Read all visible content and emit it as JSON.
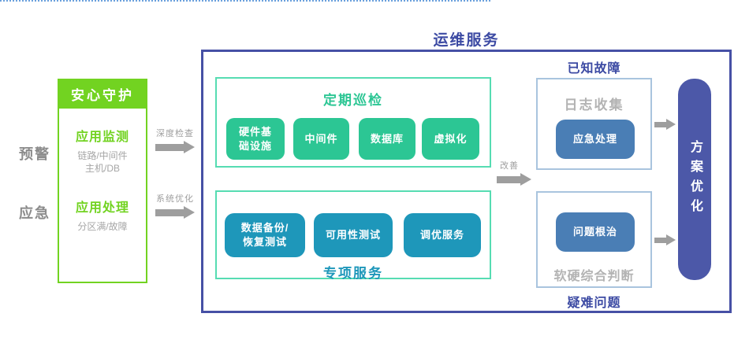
{
  "left_panel": {
    "header": "安心守护",
    "monitor_title": "应用监测",
    "monitor_sub1": "链路/中间件",
    "monitor_sub2": "主机/DB",
    "handle_title": "应用处理",
    "handle_sub": "分区满/故障"
  },
  "side_labels": {
    "warning": "预警",
    "emergency": "应急"
  },
  "flow_labels": {
    "deep_check": "深度检查",
    "system_opt": "系统优化",
    "improve": "改善"
  },
  "main_box": {
    "title": "运维服务",
    "inspection": {
      "title": "定期巡检",
      "items": [
        {
          "line1": "硬件基",
          "line2": "础设施"
        },
        {
          "line1": "中间件",
          "line2": ""
        },
        {
          "line1": "数据库",
          "line2": ""
        },
        {
          "line1": "虚拟化",
          "line2": ""
        }
      ]
    },
    "special": {
      "title": "专项服务",
      "items": [
        {
          "line1": "数据备份/",
          "line2": "恢复测试"
        },
        {
          "line1": "可用性测试",
          "line2": ""
        },
        {
          "line1": "调优服务",
          "line2": ""
        }
      ]
    }
  },
  "known_faults": {
    "title": "已知故障",
    "label": "日志收集",
    "button": "应急处理"
  },
  "difficult_issues": {
    "title": "疑难问题",
    "button": "问题根治",
    "label": "软硬综合判断"
  },
  "optimization": {
    "label": "方案优化"
  },
  "colors": {
    "green": "#72d321",
    "emerald": "#2cc694",
    "emerald_border": "#56dcb2",
    "teal": "#1e97ba",
    "indigo_text": "#3c4aa3",
    "indigo_border": "#4650a5",
    "indigo_fill": "#4c58a8",
    "steel_blue": "#4a7eb5",
    "light_blue_border": "#a9c4de",
    "gray_arrow": "#9e9e9e",
    "gray_text": "#a6a6a6",
    "dotted_line": "#6aa0dd"
  }
}
